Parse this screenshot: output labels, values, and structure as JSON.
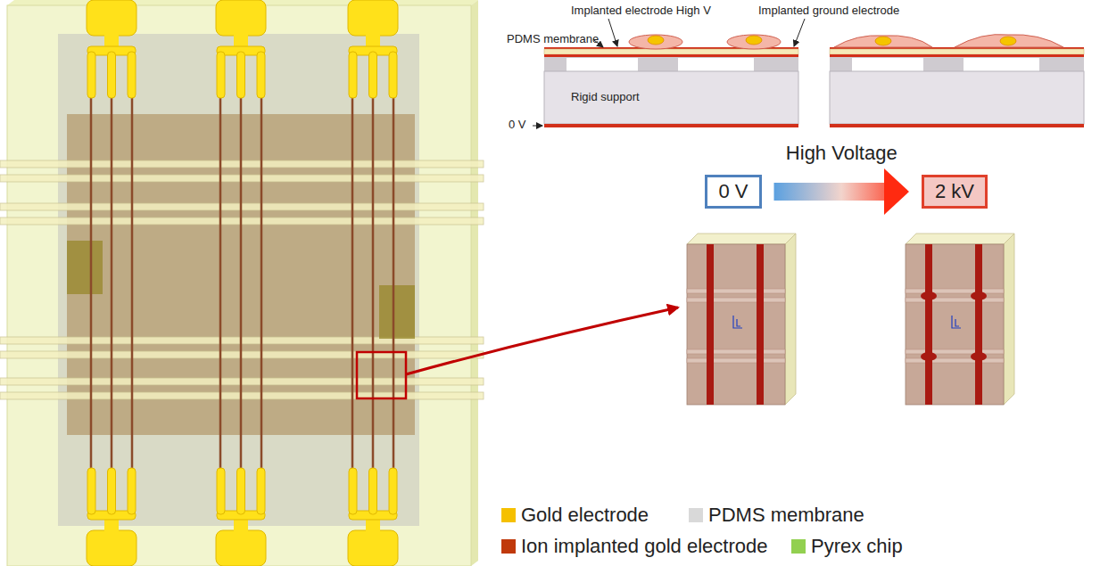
{
  "diagram": {
    "nodes": [
      {
        "text": [
          "0 V"
        ]
      },
      {
        "text": [
          "2 kV"
        ]
      }
    ],
    "edges": [
      {
        "from": 0,
        "to": 1,
        "arrow": "to",
        "label": "High Voltage"
      }
    ],
    "labels": [
      "Implanted electrode High V",
      "Implanted ground electrode",
      "PDMS membrane",
      "Rigid support",
      "0 V"
    ],
    "legend": [
      {
        "text": "Gold electrode",
        "color": "#f5c000"
      },
      {
        "text": "PDMS membrane",
        "color": "#d9d9d9"
      },
      {
        "text": "Ion implanted gold electrode",
        "color": "#c0390b"
      },
      {
        "text": "Pyrex chip",
        "color": "#92d050"
      }
    ]
  }
}
